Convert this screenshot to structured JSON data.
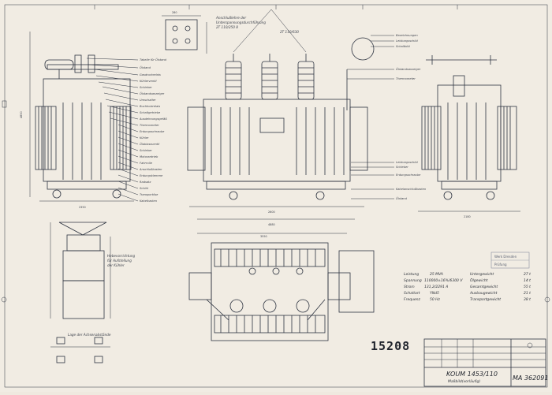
{
  "drawing_number_large": "15208",
  "title_block": {
    "title": "KOUM 1453/110",
    "subtitle": "Maßbild(vorläufig)",
    "drawing_no": "MA 362091"
  },
  "top_note": {
    "line1": "Anschlußlehre der",
    "line2": "Unterspannungsdurchführung",
    "line3": "2T 110/250 8"
  },
  "top_center_label": "2T 110/630",
  "left_callouts": [
    "Tabelle für Ölstand",
    "Ölstand",
    "Gasdruckrelais",
    "Kühlerventil",
    "Schieber",
    "Ölstandsanzeiger",
    "Umschalter",
    "Buchholzrelais",
    "Schaltgetriebe",
    "Ausdehnungsgefäß",
    "Thermometer",
    "Erdungsschraube",
    "Kühler",
    "Ölablassventil",
    "Schieber",
    "Motorantrieb",
    "Fahrrolle",
    "Anschlußkasten",
    "Erdungsklemme",
    "Radsatz",
    "Schild",
    "Transportöse",
    "Kabelkasten"
  ],
  "right_callouts": [
    "Bezeichnungen",
    "Leistungsschild",
    "Schaltbild",
    "Ölstandsanzeiger",
    "Thermometer",
    "Leistungsschild",
    "Schieber",
    "Erdungsschraube",
    "Kabelanschlußkasten",
    "Ölstand"
  ],
  "lifting_note": {
    "line1": "Hebevorrichtung",
    "line2": "für Aufstellung",
    "line3": "der Kühler"
  },
  "base_note": "Lage der Achsenabstände",
  "rating_table": [
    {
      "label": "Leistung",
      "value": "25 MVA"
    },
    {
      "label": "Spannung",
      "value": "110000±16%/6300 V"
    },
    {
      "label": "Strom",
      "value": "131,2/2291 A"
    },
    {
      "label": "Schaltart",
      "value": "YNd5"
    },
    {
      "label": "Frequenz",
      "value": "50 Hz"
    }
  ],
  "weights_table": [
    {
      "label": "Untergewicht",
      "value": "27 t"
    },
    {
      "label": "Ölgewicht",
      "value": "14 t"
    },
    {
      "label": "Gesamtgewicht",
      "value": "55 t"
    },
    {
      "label": "Ausbaugewicht",
      "value": "21 t"
    },
    {
      "label": "Transportgewicht",
      "value": "38 t"
    }
  ],
  "stamp": {
    "line1": "Werk Dresden",
    "line2": "Prüfung"
  }
}
